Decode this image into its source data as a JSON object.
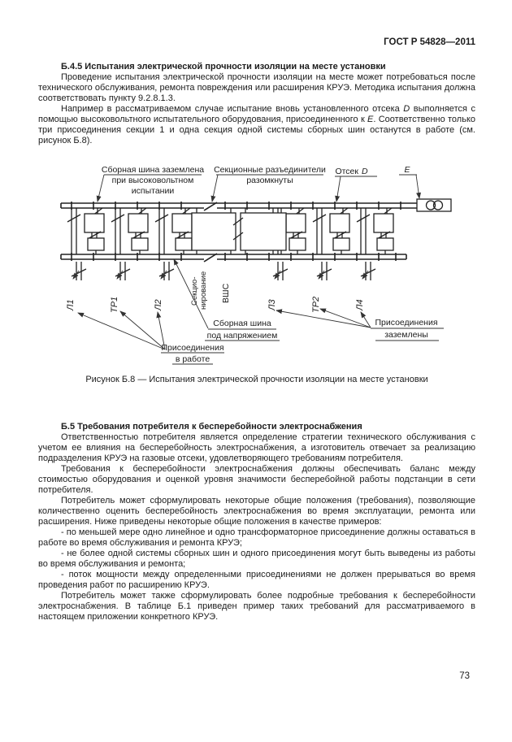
{
  "header": {
    "title": "ГОСТ Р 54828—2011"
  },
  "footer": {
    "page_number": "73"
  },
  "section_b45": {
    "heading": "Б.4.5 Испытания электрической прочности изоляции на месте установки",
    "p1": "Проведение испытания электрической прочности изоляции на месте может потребоваться после технического обслуживания, ремонта повреждения или расширения КРУЭ. Методика испытания должна соответствовать пункту 9.2.8.1.3.",
    "p2": {
      "part1": "Например в рассматриваемом случае испытание вновь установленного отсека ",
      "var_d": "D",
      "part2": " выполняется с помощью высоковольтного испытательного оборудования, присоединенного к ",
      "var_e": "E",
      "part3": ". Соответственно только три присоединения секции 1 и одна секция одной системы сборных шин останутся в работе (см. рисунок Б.8)."
    }
  },
  "figure": {
    "caption": "Рисунок Б.8 — Испытания электрической прочности изоляции на месте установки",
    "callouts": {
      "busbar_grounded": [
        "Сборная шина заземлена",
        "при высоковольтном",
        "испытании"
      ],
      "disconnectors_open": [
        "Секционные разъединители",
        "разомкнуты"
      ],
      "compartment_prefix": "Отсек",
      "compartment_var": "D",
      "terminal_e": "E",
      "busbar_energized": [
        "Сборная шина",
        "под напряжением"
      ],
      "connections_in_service": [
        "Присоединения",
        "в работе"
      ],
      "connections_grounded": [
        "Присоединения",
        "заземлены"
      ]
    },
    "bay_labels": {
      "l1": "Л1",
      "tr1": "ТР1",
      "l2": "Л2",
      "sectioning1": "Секцио-",
      "sectioning2": "нирование",
      "vshs": "ВШС",
      "l3": "Л3",
      "tr2": "ТР2",
      "l4": "Л4"
    }
  },
  "section_b5": {
    "heading": "Б.5 Требования потребителя к бесперебойности электроснабжения",
    "p1": "Ответственностью потребителя является определение стратегии технического обслуживания с учетом ее влияния на бесперебойность электроснабжения, а изготовитель отвечает за реализацию подразделения КРУЭ на газовые отсеки, удовлетворяющего требованиям потребителя.",
    "p2": "Требования к бесперебойности электроснабжения должны обеспечивать баланс между стоимостью оборудования и оценкой уровня значимости бесперебойной работы подстанции в сети потребителя.",
    "p3": "Потребитель может сформулировать некоторые общие положения (требования), позволяющие количественно оценить бесперебойность электроснабжения во время эксплуатации, ремонта или расширения. Ниже приведены некоторые общие положения в качестве примеров:",
    "b1": "- по меньшей мере одно линейное и одно трансформаторное присоединение должны оставаться в работе во время обслуживания и ремонта КРУЭ;",
    "b2": "- не более одной системы сборных шин и одного присоединения могут быть выведены из работы во время обслуживания и ремонта;",
    "b3": "- поток мощности между определенными присоединениями не должен прерываться во время проведения работ по расширению КРУЭ.",
    "p4": "Потребитель может также сформулировать более подробные требования к бесперебойности электроснабжения. В таблице Б.1 приведен пример таких требований для рассматриваемого в настоящем приложении конкретного КРУЭ."
  }
}
